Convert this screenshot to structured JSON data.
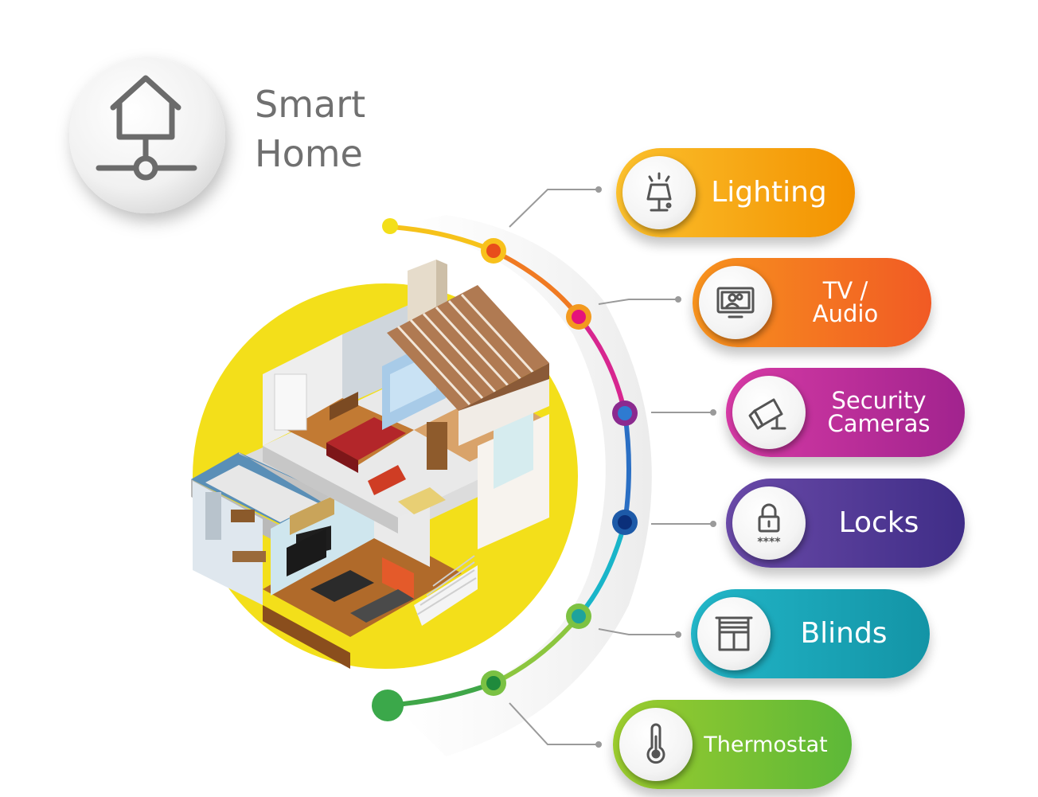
{
  "title": {
    "line1": "Smart",
    "line2": "Home"
  },
  "colors": {
    "lighting": [
      "#fbc02d",
      "#f39200"
    ],
    "tv_audio": [
      "#f7931e",
      "#f15a24"
    ],
    "security": [
      "#d63aa5",
      "#a1238e"
    ],
    "locks": [
      "#6a4aa8",
      "#3f2d87"
    ],
    "blinds": [
      "#22b6c8",
      "#1394a6"
    ],
    "thermostat": [
      "#9ccc2e",
      "#5cb838"
    ]
  },
  "features": [
    {
      "id": "lighting",
      "label_lines": [
        "Lighting"
      ],
      "icon": "lamp-icon"
    },
    {
      "id": "tv_audio",
      "label_lines": [
        "TV /",
        "Audio"
      ],
      "icon": "tv-icon"
    },
    {
      "id": "security",
      "label_lines": [
        "Security",
        "Cameras"
      ],
      "icon": "camera-icon"
    },
    {
      "id": "locks",
      "label_lines": [
        "Locks"
      ],
      "icon": "lock-icon",
      "icon_text": "****"
    },
    {
      "id": "blinds",
      "label_lines": [
        "Blinds"
      ],
      "icon": "blinds-icon"
    },
    {
      "id": "thermostat",
      "label_lines": [
        "Thermostat"
      ],
      "icon": "thermometer-icon"
    }
  ]
}
